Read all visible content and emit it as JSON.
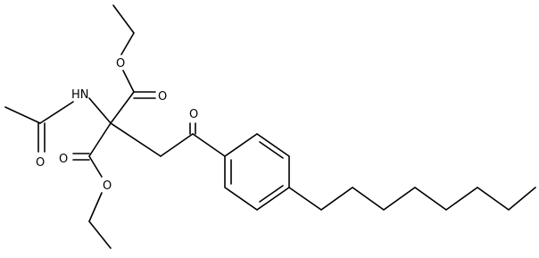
{
  "structure": {
    "atom_labels": {
      "ester1_ether_o": "O",
      "ester1_carbonyl_o": "O",
      "amide_n": "HN",
      "amide_carbonyl_o": "O",
      "ketone_o": "O",
      "ester2_carbonyl_o": "O",
      "ester2_ether_o": "O"
    }
  }
}
